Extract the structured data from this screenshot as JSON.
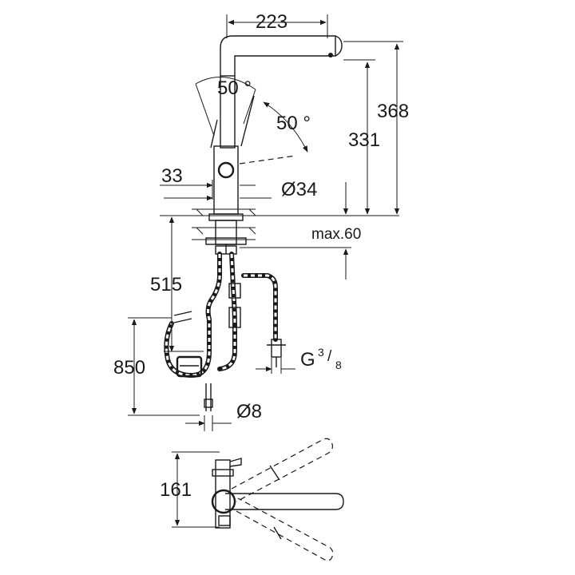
{
  "dimensions": {
    "spout_reach": "223",
    "total_height": "368",
    "spout_height": "331",
    "spray_angle_top": "50 °",
    "spray_angle_side": "50 °",
    "lever_offset": "33",
    "body_diameter": "Ø34",
    "max_deck_thickness": "max.60",
    "hose_length_515": "515",
    "hose_length_850": "850",
    "connection_thread_prefix": "G",
    "connection_thread_numerator": "3",
    "connection_thread_denominator": "8",
    "pipe_diameter": "Ø8",
    "base_depth": "161"
  }
}
